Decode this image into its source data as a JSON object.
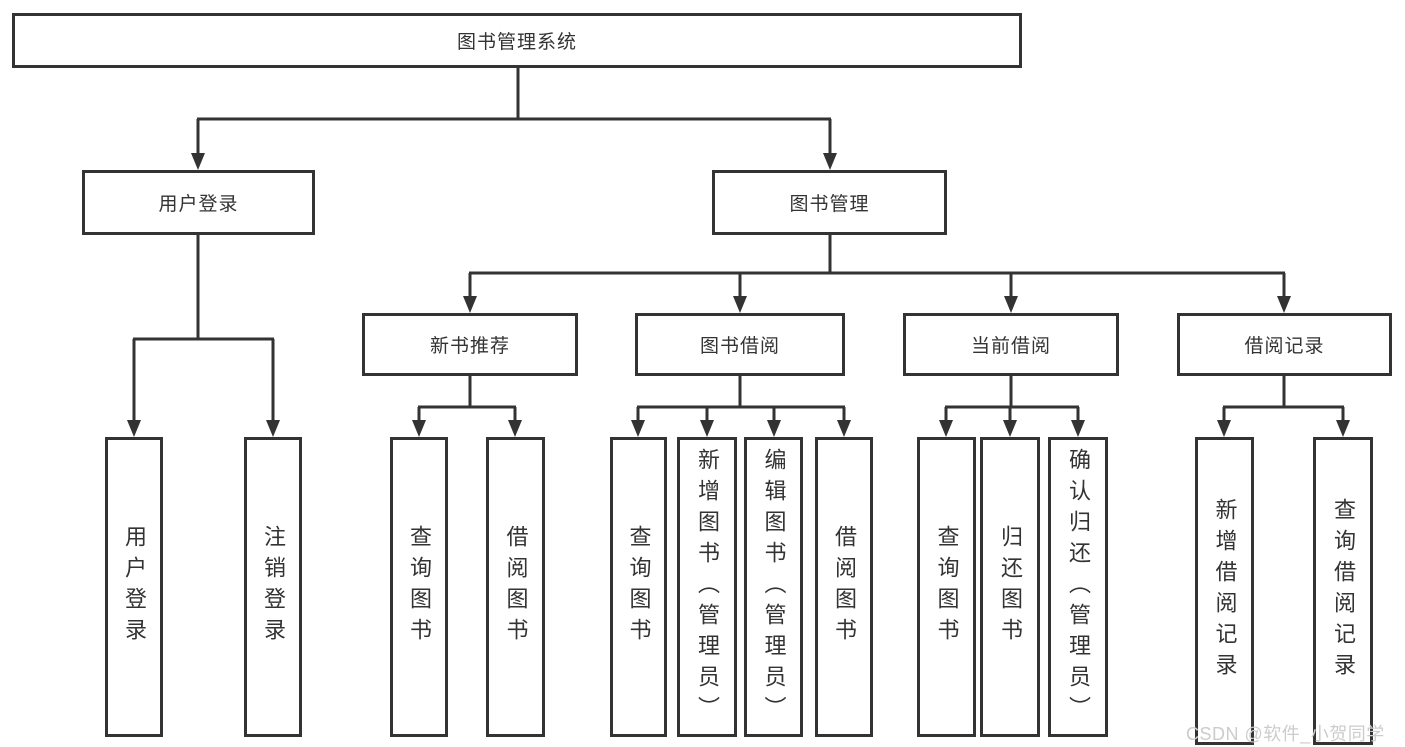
{
  "colors": {
    "line": "#333333",
    "border": "#333333",
    "text": "#333333",
    "watermark": "#cccccc",
    "background": "#ffffff"
  },
  "watermark": "CSDN @软件_小贺同学",
  "diagram": {
    "type": "hierarchy-tree",
    "title": "图书管理系统",
    "branches": [
      {
        "label": "用户登录",
        "children": [
          {
            "label": "用户登录"
          },
          {
            "label": "注销登录"
          }
        ]
      },
      {
        "label": "图书管理",
        "children": [
          {
            "label": "新书推荐",
            "children": [
              {
                "label": "查询图书"
              },
              {
                "label": "借阅图书"
              }
            ]
          },
          {
            "label": "图书借阅",
            "children": [
              {
                "label": "查询图书"
              },
              {
                "label": "新增图书（管理员）"
              },
              {
                "label": "编辑图书（管理员）"
              },
              {
                "label": "借阅图书"
              }
            ]
          },
          {
            "label": "当前借阅",
            "children": [
              {
                "label": "查询图书"
              },
              {
                "label": "归还图书"
              },
              {
                "label": "确认归还（管理员）"
              }
            ]
          },
          {
            "label": "借阅记录",
            "children": [
              {
                "label": "新增借阅记录"
              },
              {
                "label": "查询借阅记录"
              }
            ]
          }
        ]
      }
    ]
  }
}
